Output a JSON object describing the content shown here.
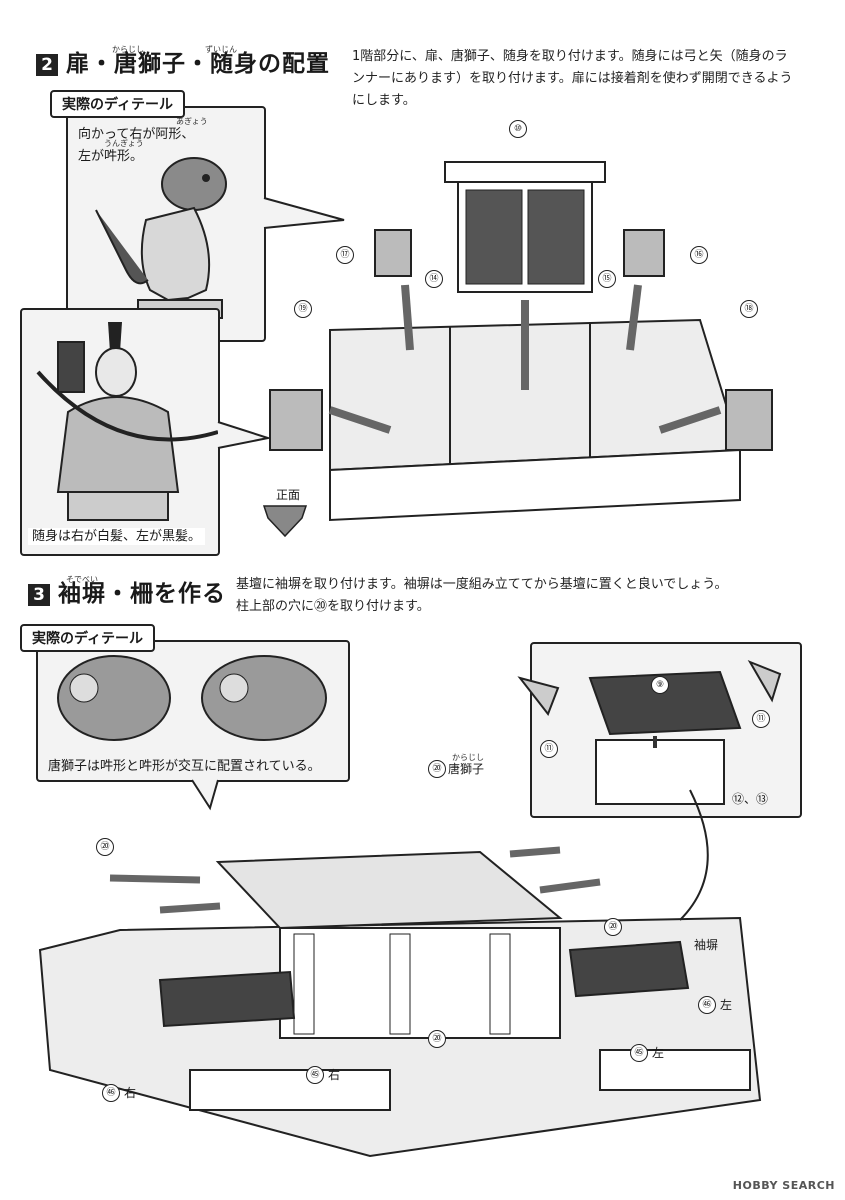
{
  "section2": {
    "number": "2",
    "title": "扉・唐獅子・随身の配置",
    "ruby": {
      "karajishi": "からじし",
      "zuijin": "ずいじん"
    },
    "description": "1階部分に、扉、唐獅子、随身を取り付けます。随身には弓と矢（随身のランナーにあります）を取り付けます。扉には接着剤を使わず開閉できるようにします。",
    "detail_tag": "実際のディテール",
    "lion_caption_line1": "向かって右が阿形、",
    "lion_caption_line2": "左が吽形。",
    "lion_ruby": {
      "agyo": "あぎょう",
      "ungyo": "うんぎょう"
    },
    "guardian_caption": "随身は右が白髪、左が黒髪。",
    "front_label": "正面",
    "part_numbers": [
      "⑩",
      "⑰",
      "⑭",
      "⑮",
      "⑯",
      "⑲",
      "⑱"
    ]
  },
  "section3": {
    "number": "3",
    "title": "袖塀・柵を作る",
    "ruby": {
      "sodebei": "そでべい"
    },
    "description_line1": "基壇に袖塀を取り付けます。袖塀は一度組み立ててから基壇に置くと良いでしょう。",
    "description_line2": "柱上部の穴に⑳を取り付けます。",
    "detail_tag": "実際のディテール",
    "karajishi_caption": "唐獅子は吽形と吽形が交互に配置されている。",
    "karajishi_label": "唐獅子",
    "karajishi_ruby": "からじし",
    "sodebei_label": "袖塀",
    "right_label": "右",
    "left_label": "左",
    "part_numbers": {
      "lion": "⑳",
      "roof": "⑨",
      "side": "⑪",
      "wall": "⑫、⑬",
      "fence_a": "㊺",
      "fence_b": "㊻"
    }
  },
  "footer": {
    "logo": "HOBBY SEARCH"
  }
}
